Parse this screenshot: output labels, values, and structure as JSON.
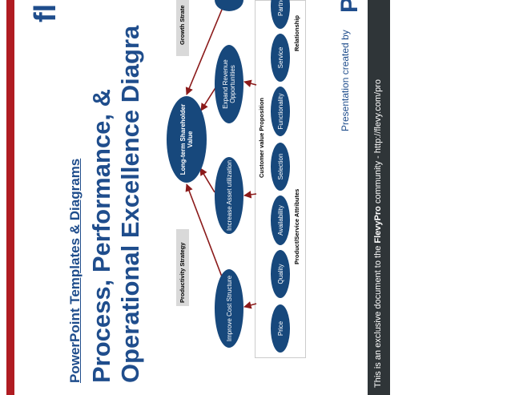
{
  "title": {
    "super": "PowerPoint Templates & Diagrams",
    "line1": "Process, Performance, &",
    "line2": "Operational Excellence Diagra"
  },
  "logo_top": "fl",
  "diagram": {
    "center": "Long-term Shareholder Value",
    "growth_strategy": "Growth Strate",
    "productivity_strategy": "Productivity Strategy",
    "nodes": [
      "Improve Cost Structure",
      "Increase Asset utilization",
      "Expand Revenue Opportunities"
    ],
    "value_proposition": "Customer value Proposition",
    "attributes": [
      "Price",
      "Quality",
      "Availability",
      "Selection",
      "Functionality",
      "Service",
      "Partnership"
    ],
    "attributes_label": "Product/Service Attributes",
    "relationship_label": "Relationship"
  },
  "footer": {
    "created_by": "Presentation created by",
    "exclusive_pre": "This is an exclusive document to the ",
    "brand": "FlevyPro",
    "exclusive_post": " community - http://flevy.com/pro"
  },
  "colors": {
    "accent": "#b01c22",
    "navy": "#17487c",
    "dark_bar": "#2f3538",
    "title": "#1f4d8c"
  }
}
